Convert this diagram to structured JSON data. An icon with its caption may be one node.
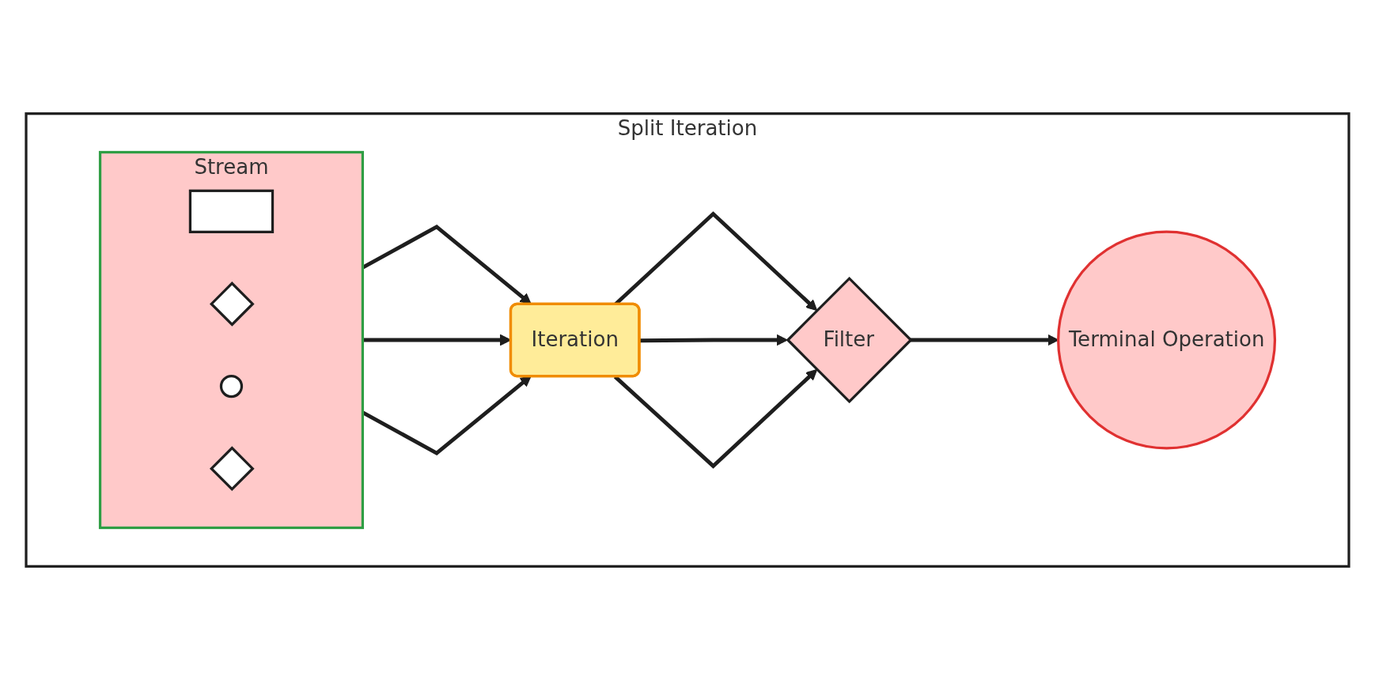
{
  "diagram": {
    "nodes": [
      {
        "text": [
          "Split Iteration"
        ]
      },
      {
        "text": [
          "Stream"
        ],
        "in": 0
      },
      {
        "text": [],
        "shape": "box",
        "in": 1
      },
      {
        "text": [],
        "shape": "diamond",
        "in": 1
      },
      {
        "text": [],
        "shape": "circle",
        "in": 1
      },
      {
        "text": [],
        "shape": "diamond",
        "in": 1
      },
      {
        "text": [
          "Iteration"
        ],
        "in": 0
      },
      {
        "text": [
          "Filter"
        ],
        "in": 0
      },
      {
        "text": [
          "Terminal Operation"
        ],
        "in": 0
      }
    ],
    "edges": [
      {
        "from": 1,
        "to": 6,
        "arrow": "to"
      },
      {
        "from": 1,
        "to": 6,
        "arrow": "to"
      },
      {
        "from": 1,
        "to": 6,
        "arrow": "to"
      },
      {
        "from": 6,
        "to": 7,
        "arrow": "to"
      },
      {
        "from": 6,
        "to": 7,
        "arrow": "to"
      },
      {
        "from": 6,
        "to": 7,
        "arrow": "to"
      },
      {
        "from": 7,
        "to": 8,
        "arrow": "to"
      }
    ]
  }
}
